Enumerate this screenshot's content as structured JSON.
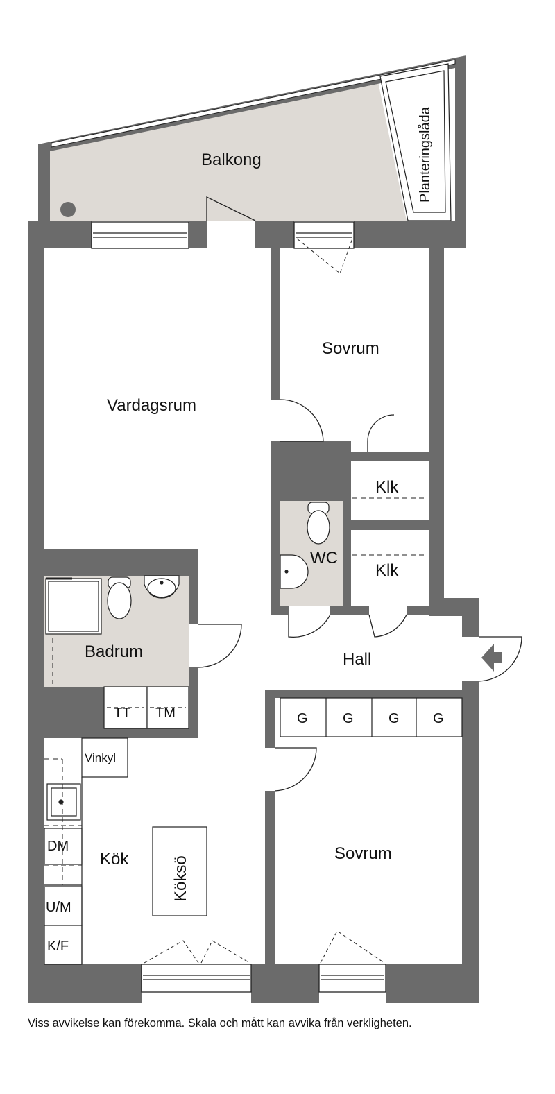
{
  "colors": {
    "wall": "#6b6b6b",
    "floor_tinted": "#dedad5",
    "floor": "#ffffff",
    "line": "#222222"
  },
  "rooms": {
    "balkong": "Balkong",
    "planteringslada": "Planteringslåda",
    "vardagsrum": "Vardagsrum",
    "sovrum_upper": "Sovrum",
    "klk_upper": "Klk",
    "klk_lower": "Klk",
    "wc": "WC",
    "badrum": "Badrum",
    "hall": "Hall",
    "kok": "Kök",
    "sovrum_lower": "Sovrum"
  },
  "fixtures": {
    "tt": "TT",
    "tm": "TM",
    "vinkyl": "Vinkyl",
    "dm": "DM",
    "um": "U/M",
    "kf": "K/F",
    "kokso": "Köksö",
    "garderobes": [
      "G",
      "G",
      "G",
      "G"
    ]
  },
  "disclaimer": "Viss avvikelse kan förekomma. Skala och mått kan avvika från verkligheten."
}
